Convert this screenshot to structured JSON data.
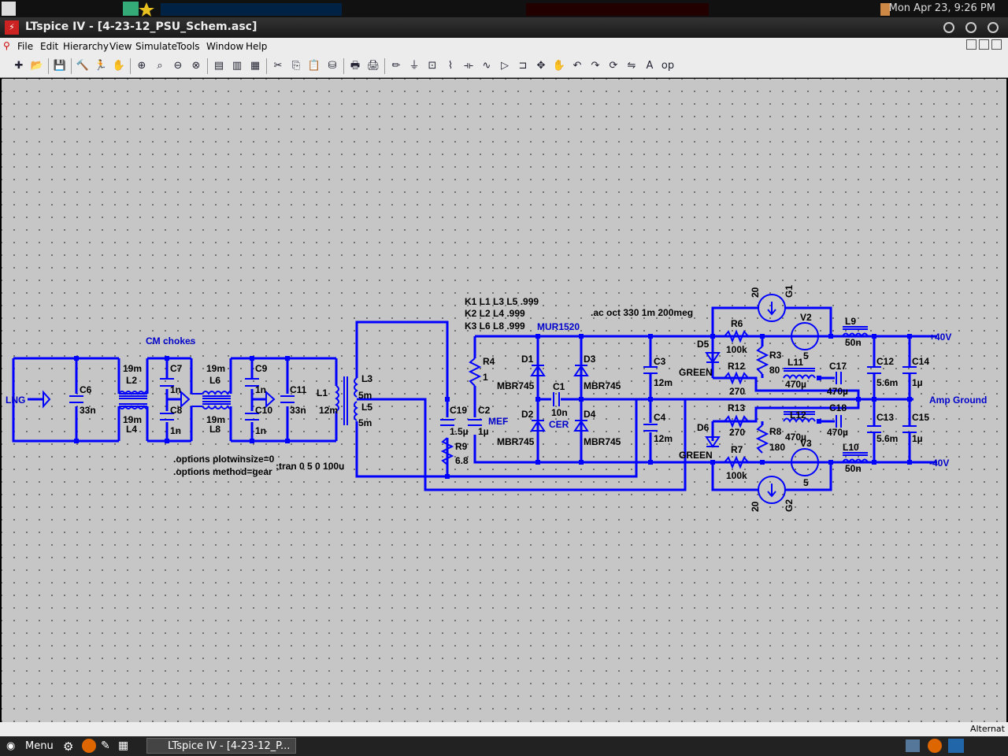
{
  "system": {
    "clock": "Mon Apr 23,  9:26 PM"
  },
  "window": {
    "title": "LTspice IV - [4-23-12_PSU_Schem.asc]"
  },
  "menu": [
    "File",
    "Edit",
    "Hierarchy",
    "View",
    "Simulate",
    "Tools",
    "Window",
    "Help"
  ],
  "toolbar_icons": [
    "new-schematic",
    "open",
    "save",
    "control-panel",
    "run",
    "halt",
    "zoom-in",
    "zoom-pan",
    "zoom-out",
    "zoom-fit",
    "tile",
    "cascade",
    "close-all",
    "cut",
    "copy",
    "paste",
    "find",
    "print-setup",
    "print",
    "draw-wire",
    "ground",
    "label-net",
    "resistor",
    "capacitor",
    "inductor",
    "diode",
    "component",
    "move",
    "drag",
    "undo",
    "redo",
    "rotate",
    "mirror",
    "text",
    "spice-directive"
  ],
  "status": {
    "right_text": "Alternat"
  },
  "taskbar": {
    "menu_label": "Menu",
    "task_label": "LTspice IV - [4-23-12_P..."
  },
  "schematic": {
    "labels": {
      "net_lng": "LNG",
      "cm_chokes": "CM chokes",
      "plus40": "+40V",
      "minus40": "-40V",
      "amp_ground": "Amp Ground",
      "mur1520": "MUR1520",
      "mef": "MEF",
      "cer": "CER"
    },
    "directives": {
      "k1": "K1 L1 L3 L5 .999",
      "k2": "K2 L2 L4 .999",
      "k3": "K3 L6 L8 .999",
      "ac": ".ac oct 330 1m 200meg",
      "opt1": ".options plotwinsize=0",
      "opt2": ".options method=gear",
      "tran": ";tran 0 5 0 100u"
    },
    "components": {
      "c6": [
        "C6",
        "33n"
      ],
      "l2": [
        "L2",
        "19m"
      ],
      "l4": [
        "L4",
        "19m"
      ],
      "c7": [
        "C7",
        "1n"
      ],
      "c8": [
        "C8",
        "1n"
      ],
      "l6": [
        "L6",
        "19m"
      ],
      "l8": [
        "L8",
        "19m"
      ],
      "c9": [
        "C9",
        "1n"
      ],
      "c10": [
        "C10",
        "1n"
      ],
      "c11": [
        "C11",
        "33n"
      ],
      "l1": [
        "L1",
        "12m"
      ],
      "l3": [
        "L3",
        "5m"
      ],
      "l5": [
        "L5",
        "5m"
      ],
      "r4": [
        "R4",
        "1"
      ],
      "c19": [
        "C19",
        "1.5µ"
      ],
      "c2": [
        "C2",
        "1µ"
      ],
      "r9": [
        "R9",
        "6.8"
      ],
      "d1": [
        "D1",
        "MBR745"
      ],
      "d2": [
        "D2",
        "MBR745"
      ],
      "d3": [
        "D3",
        "MBR745"
      ],
      "d4": [
        "D4",
        "MBR745"
      ],
      "c1": [
        "C1",
        "10n"
      ],
      "c3": [
        "C3",
        "12m"
      ],
      "c4": [
        "C4",
        "12m"
      ],
      "r6": [
        "R6",
        "100k"
      ],
      "r12": [
        "R12",
        "270"
      ],
      "r3": [
        "R3",
        "80"
      ],
      "d5": [
        "D5",
        "GREEN"
      ],
      "d6": [
        "D6",
        "GREEN"
      ],
      "g1": [
        "G1",
        "20"
      ],
      "v2": [
        "V2",
        "5"
      ],
      "l9": [
        "L9",
        "50n"
      ],
      "l11": [
        "L11",
        "470µ"
      ],
      "c17": [
        "C17",
        "470µ"
      ],
      "c12": [
        "C12",
        "5.6m"
      ],
      "c14": [
        "C14",
        "1µ"
      ],
      "r13": [
        "R13",
        "270"
      ],
      "r7": [
        "R7",
        "100k"
      ],
      "r8": [
        "R8",
        "180"
      ],
      "g2": [
        "G2",
        "20"
      ],
      "v3": [
        "V3",
        "5"
      ],
      "l10": [
        "L10",
        "50n"
      ],
      "l12": [
        "L12",
        "470µ"
      ],
      "c18": [
        "C18",
        "470µ"
      ],
      "c13": [
        "C13",
        "5.6m"
      ],
      "c15": [
        "C15",
        "1µ"
      ]
    }
  },
  "colors": {
    "wire": "#0000ff",
    "canvas": "#c6c6c6",
    "label_blue": "#0000cc"
  }
}
